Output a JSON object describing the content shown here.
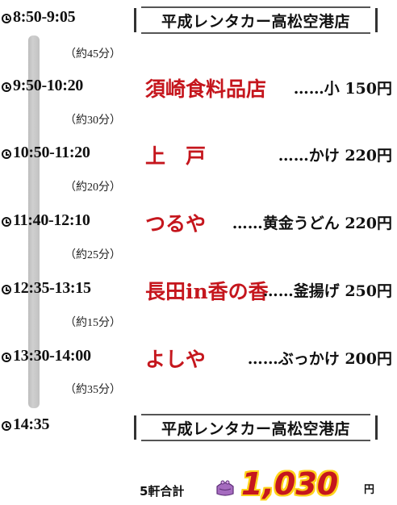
{
  "schedule": [
    {
      "time": "8:50-9:05"
    },
    {
      "time": "9:50-10:20",
      "shop": "須崎食料品店",
      "item": "……小 150円"
    },
    {
      "time": "10:50-11:20",
      "shop": "上　戸",
      "item": "……かけ 220円"
    },
    {
      "time": "11:40-12:10",
      "shop": "つるや",
      "item": "……黄金うどん 220円"
    },
    {
      "time": "12:35-13:15",
      "shop": "長田in香の香",
      "item": "……釜揚げ 250円"
    },
    {
      "time": "13:30-14:00",
      "shop": "よしや",
      "item": "……ぶっかけ 200円"
    },
    {
      "time": "14:35"
    }
  ],
  "durations": [
    "（約45分）",
    "（約30分）",
    "（約20分）",
    "（約25分）",
    "（約15分）",
    "（約35分）"
  ],
  "rental": {
    "start_label": "平成レンタカー高松空港店",
    "end_label": "平成レンタカー高松空港店"
  },
  "total": {
    "label": "5軒合計",
    "amount": "1,030",
    "unit": "円"
  },
  "colors": {
    "accent_red": "#c5161d",
    "amount_outline": "#ffd21a"
  },
  "icons": [
    "clock-icon",
    "purse-icon"
  ]
}
